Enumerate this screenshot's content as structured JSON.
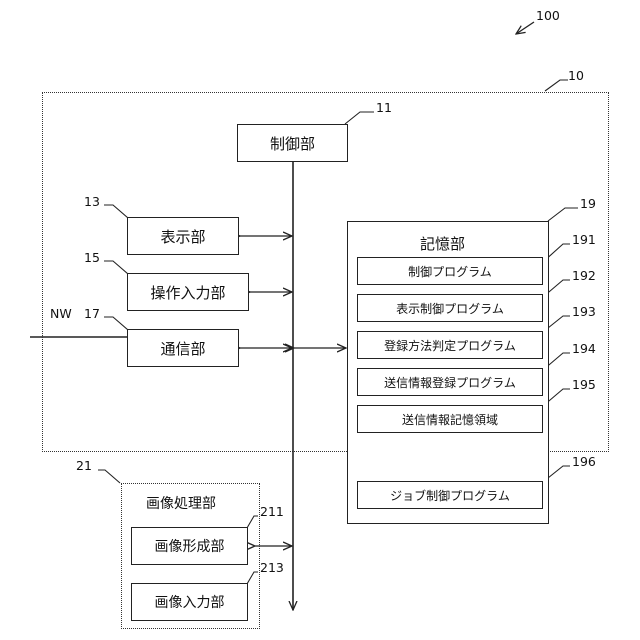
{
  "refs": {
    "system": "100",
    "device": "10",
    "control": "11",
    "display": "13",
    "operation": "15",
    "communication": "17",
    "storage": "19",
    "image_processing": "21",
    "prog_control": "191",
    "prog_display": "192",
    "prog_method": "193",
    "prog_sendinfo": "194",
    "area_sendinfo": "195",
    "prog_job": "196",
    "image_forming": "211",
    "image_input": "213"
  },
  "labels": {
    "network": "NW",
    "control": "制御部",
    "display": "表示部",
    "operation": "操作入力部",
    "communication": "通信部",
    "storage": "記憶部",
    "image_processing": "画像処理部",
    "image_forming": "画像形成部",
    "image_input": "画像入力部"
  },
  "storage_items": [
    "制御プログラム",
    "表示制御プログラム",
    "登録方法判定プログラム",
    "送信情報登録プログラム",
    "送信情報記憶領域",
    "ジョブ制御プログラム"
  ]
}
